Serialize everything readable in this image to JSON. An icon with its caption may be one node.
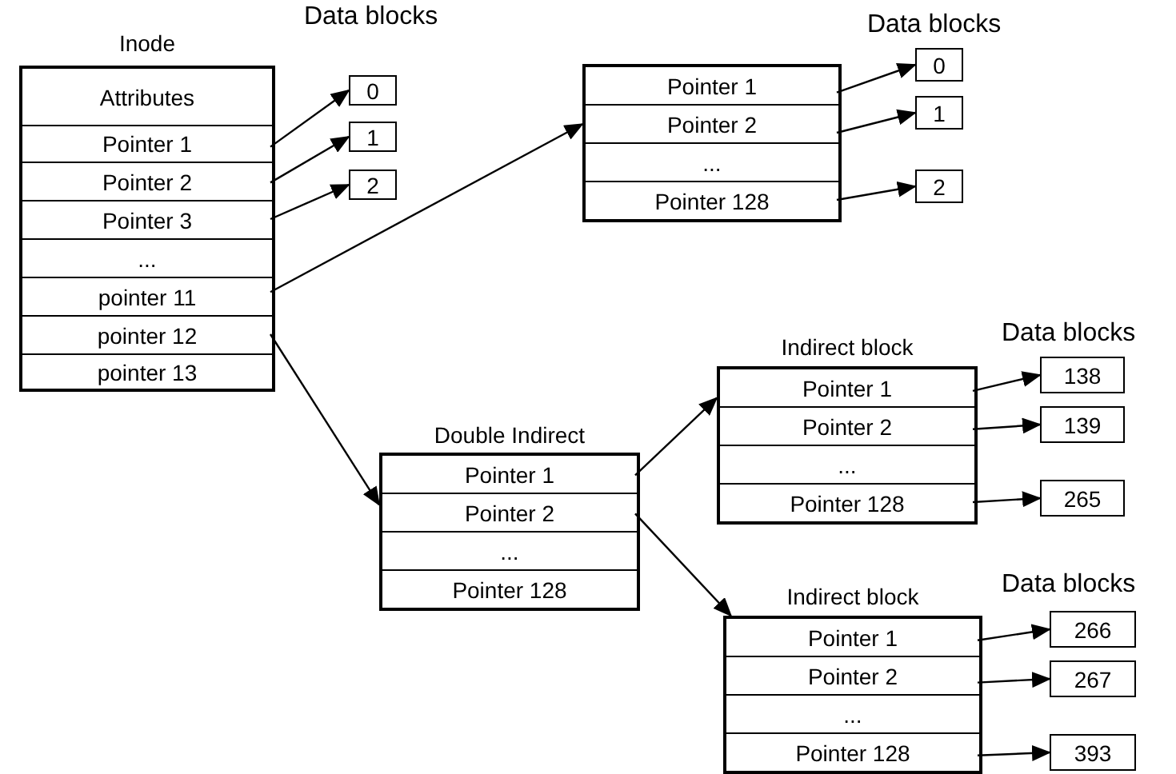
{
  "diagram": {
    "nodes": [
      {
        "text": [
          "Inode"
        ]
      },
      {
        "text": [
          "Attributes"
        ],
        "in": 0
      },
      {
        "text": [
          "Pointer 1"
        ],
        "in": 0
      },
      {
        "text": [
          "Pointer 2"
        ],
        "in": 0
      },
      {
        "text": [
          "Pointer 3"
        ],
        "in": 0
      },
      {
        "text": [
          "..."
        ],
        "in": 0
      },
      {
        "text": [
          "pointer 11"
        ],
        "in": 0
      },
      {
        "text": [
          "pointer 12"
        ],
        "in": 0
      },
      {
        "text": [
          "pointer 13"
        ],
        "in": 0
      },
      {
        "text": [
          "0"
        ]
      },
      {
        "text": [
          "1"
        ]
      },
      {
        "text": [
          "2"
        ]
      },
      {
        "text": [],
        "shape": "box"
      },
      {
        "text": [
          "Pointer 1"
        ],
        "in": 12
      },
      {
        "text": [
          "Pointer 2"
        ],
        "in": 12
      },
      {
        "text": [
          "..."
        ],
        "in": 12
      },
      {
        "text": [
          "Pointer 128"
        ],
        "in": 12
      },
      {
        "text": [
          "0"
        ]
      },
      {
        "text": [
          "1"
        ]
      },
      {
        "text": [
          "2"
        ]
      },
      {
        "text": [
          "Double Indirect"
        ]
      },
      {
        "text": [
          "Pointer 1"
        ],
        "in": 20
      },
      {
        "text": [
          "Pointer 2"
        ],
        "in": 20
      },
      {
        "text": [
          "..."
        ],
        "in": 20
      },
      {
        "text": [
          "Pointer 128"
        ],
        "in": 20
      },
      {
        "text": [
          "Indirect block"
        ]
      },
      {
        "text": [
          "Pointer 1"
        ],
        "in": 25
      },
      {
        "text": [
          "Pointer 2"
        ],
        "in": 25
      },
      {
        "text": [
          "..."
        ],
        "in": 25
      },
      {
        "text": [
          "Pointer 128"
        ],
        "in": 25
      },
      {
        "text": [
          "138"
        ]
      },
      {
        "text": [
          "139"
        ]
      },
      {
        "text": [
          "265"
        ]
      },
      {
        "text": [
          "Indirect block"
        ]
      },
      {
        "text": [
          "Pointer 1"
        ],
        "in": 33
      },
      {
        "text": [
          "Pointer 2"
        ],
        "in": 33
      },
      {
        "text": [
          "..."
        ],
        "in": 33
      },
      {
        "text": [
          "Pointer 128"
        ],
        "in": 33
      },
      {
        "text": [
          "266"
        ]
      },
      {
        "text": [
          "267"
        ]
      },
      {
        "text": [
          "393"
        ]
      }
    ],
    "edges": [
      {
        "from": 2,
        "to": 9,
        "arrow": "to"
      },
      {
        "from": 3,
        "to": 10,
        "arrow": "to"
      },
      {
        "from": 4,
        "to": 11,
        "arrow": "to"
      },
      {
        "from": 6,
        "to": 12,
        "arrow": "to"
      },
      {
        "from": 7,
        "to": 20,
        "arrow": "to"
      },
      {
        "from": 13,
        "to": 17,
        "arrow": "to"
      },
      {
        "from": 14,
        "to": 18,
        "arrow": "to"
      },
      {
        "from": 16,
        "to": 19,
        "arrow": "to"
      },
      {
        "from": 21,
        "to": 25,
        "arrow": "to"
      },
      {
        "from": 22,
        "to": 33,
        "arrow": "to"
      },
      {
        "from": 26,
        "to": 30,
        "arrow": "to"
      },
      {
        "from": 27,
        "to": 31,
        "arrow": "to"
      },
      {
        "from": 29,
        "to": 32,
        "arrow": "to"
      },
      {
        "from": 34,
        "to": 38,
        "arrow": "to"
      },
      {
        "from": 35,
        "to": 39,
        "arrow": "to"
      },
      {
        "from": 37,
        "to": 40,
        "arrow": "to"
      }
    ],
    "labels": [
      "Data blocks",
      "Data blocks",
      "Data blocks",
      "Data blocks"
    ]
  }
}
